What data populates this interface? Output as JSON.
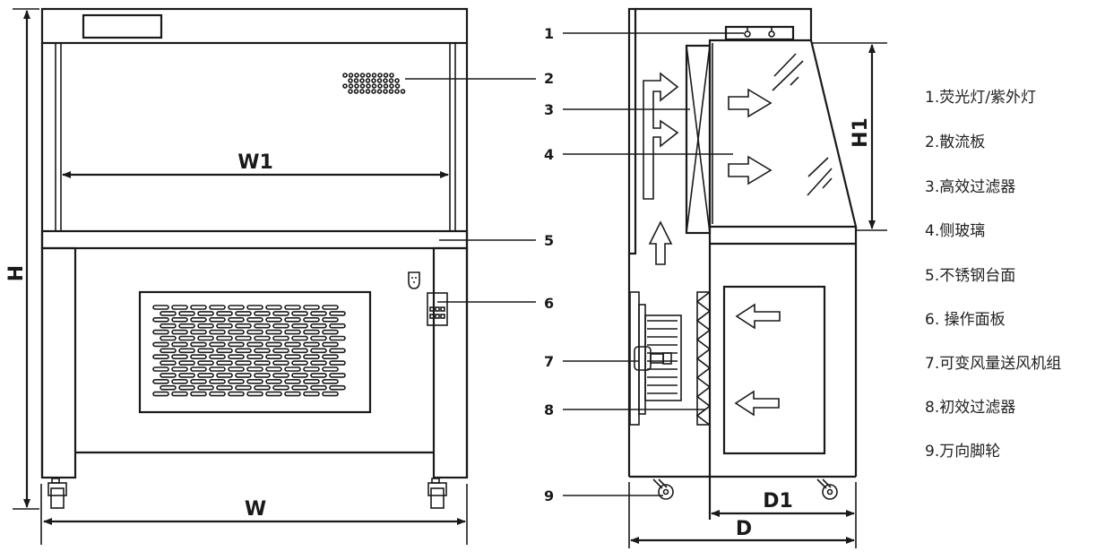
{
  "dimensions": {
    "H": "H",
    "W": "W",
    "W1": "W1",
    "H1": "H1",
    "D": "D",
    "D1": "D1"
  },
  "callout_numbers": [
    "1",
    "2",
    "3",
    "4",
    "5",
    "6",
    "7",
    "8",
    "9"
  ],
  "legend": [
    "1.荧光灯/紫外灯",
    "2.散流板",
    "3.高效过滤器",
    "4.侧玻璃",
    "5.不锈钢台面",
    "6. 操作面板",
    "7.可变风量送风机组",
    "8.初效过滤器",
    "9.万向脚轮"
  ]
}
